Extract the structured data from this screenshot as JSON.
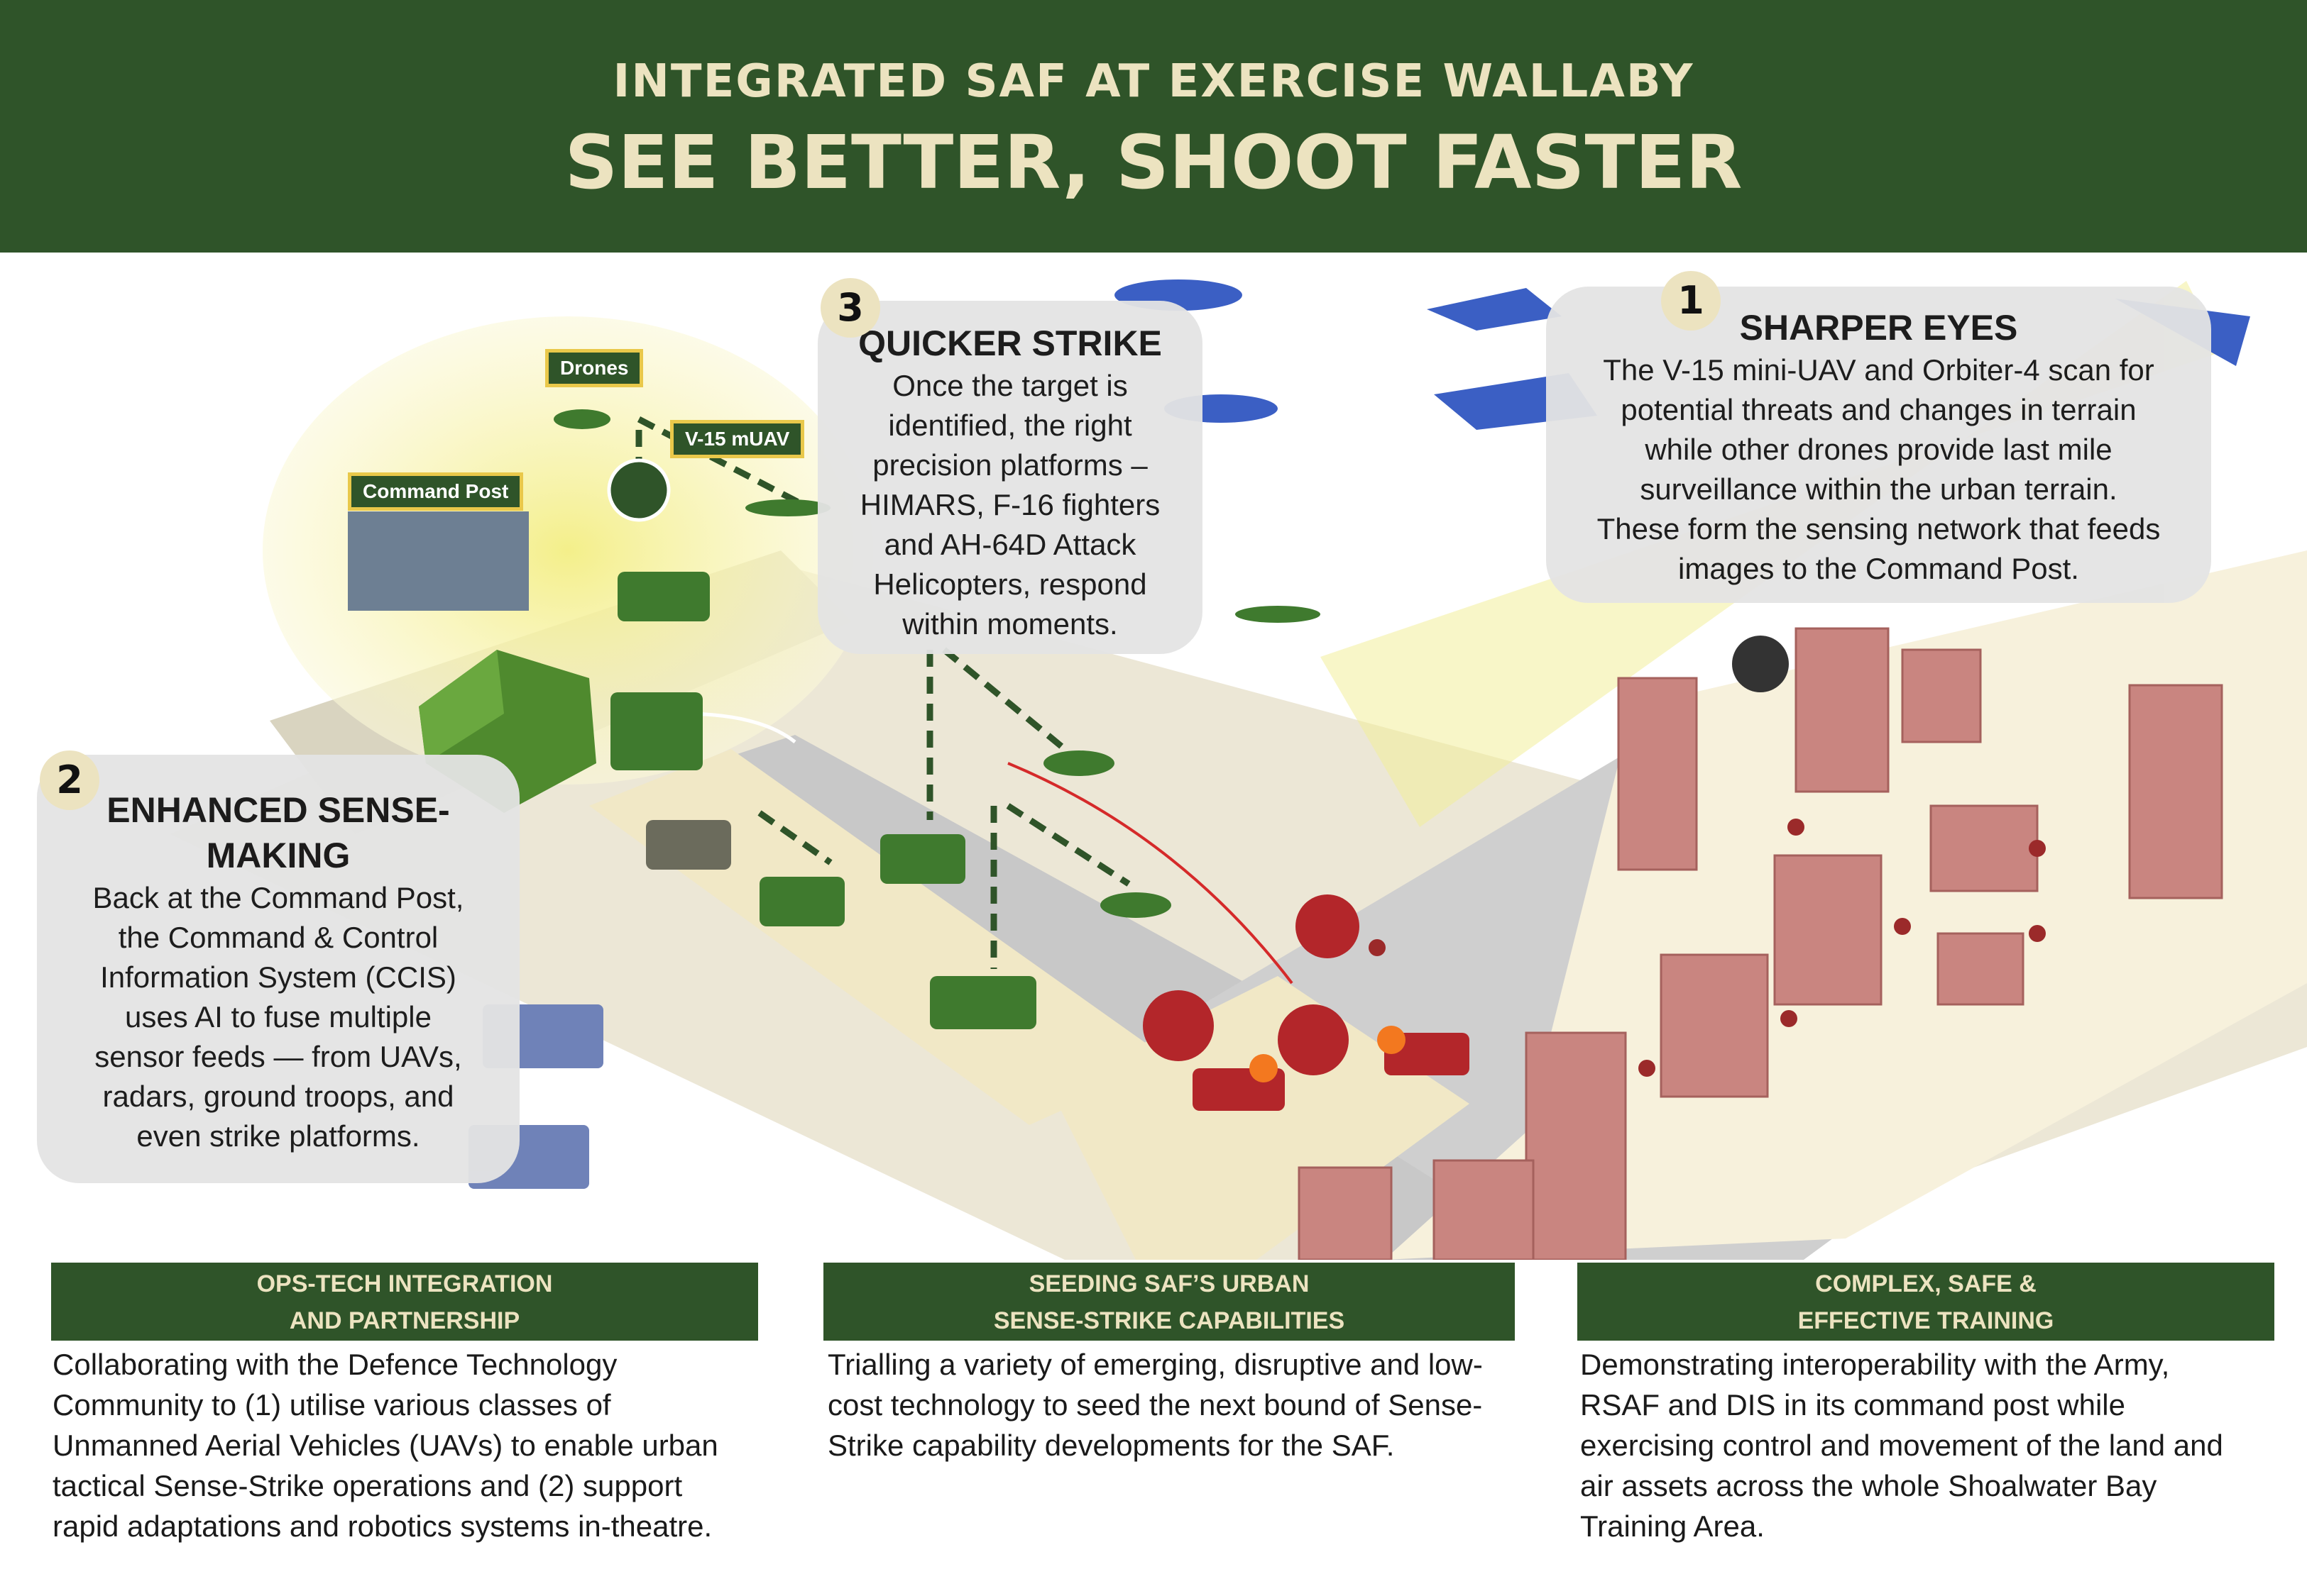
{
  "header": {
    "kicker": "INTEGRATED SAF AT EXERCISE WALLABY",
    "headline": "SEE BETTER, SHOOT FASTER"
  },
  "tags": {
    "drones": "Drones",
    "v15": "V-15 mUAV",
    "command_post": "Command Post"
  },
  "callouts": [
    {
      "number": "1",
      "title": "SHARPER EYES",
      "lines": [
        "The V-15 mini-UAV and Orbiter-4 scan for",
        "potential threats and changes in terrain",
        "while other drones provide last mile",
        "surveillance within the urban terrain.",
        "These form the sensing network that feeds",
        "images to the Command Post."
      ]
    },
    {
      "number": "2",
      "title_lines": [
        "ENHANCED SENSE-",
        "MAKING"
      ],
      "lines": [
        "Back at the Command Post,",
        "the Command & Control",
        "Information System (CCIS)",
        "uses AI to fuse multiple",
        "sensor feeds — from UAVs,",
        "radars, ground troops, and",
        "even strike platforms."
      ]
    },
    {
      "number": "3",
      "title": "QUICKER STRIKE",
      "lines": [
        "Once the target is",
        "identified, the right",
        "precision platforms –",
        "HIMARS, F-16 fighters",
        "and AH-64D Attack",
        "Helicopters, respond",
        "within moments."
      ]
    }
  ],
  "bottom": [
    {
      "heading_lines": [
        "OPS-TECH INTEGRATION",
        "AND PARTNERSHIP"
      ],
      "body_lines": [
        "Collaborating with the Defence Technology",
        "Community to (1) utilise various classes of",
        "Unmanned Aerial Vehicles (UAVs) to enable urban",
        "tactical Sense-Strike operations and (2) support",
        "rapid adaptations and robotics systems in-theatre."
      ]
    },
    {
      "heading_lines": [
        "SEEDING SAF’S URBAN",
        "SENSE-STRIKE CAPABILITIES"
      ],
      "body_lines": [
        "Trialling a variety of emerging, disruptive and low-",
        "cost technology to seed the next bound of Sense-",
        "Strike capability developments for the SAF."
      ]
    },
    {
      "heading_lines": [
        "COMPLEX, SAFE &",
        "EFFECTIVE TRAINING"
      ],
      "body_lines": [
        "Demonstrating interoperability with the Army,",
        "RSAF and DIS in its command post while",
        "exercising control and movement of the land and",
        "air assets across the whole Shoalwater Bay",
        "Training Area."
      ]
    }
  ],
  "colors": {
    "header_green": "#2f5429",
    "header_text": "#ece3c0",
    "terrain": "#f1e8c6",
    "road": "#c8c8c8",
    "building": "#c98580",
    "enemy": "#9b2a2a",
    "friendly": "#3f7a2e",
    "aircraft": "#3b5fc4",
    "tag_border": "#e9c84a"
  }
}
